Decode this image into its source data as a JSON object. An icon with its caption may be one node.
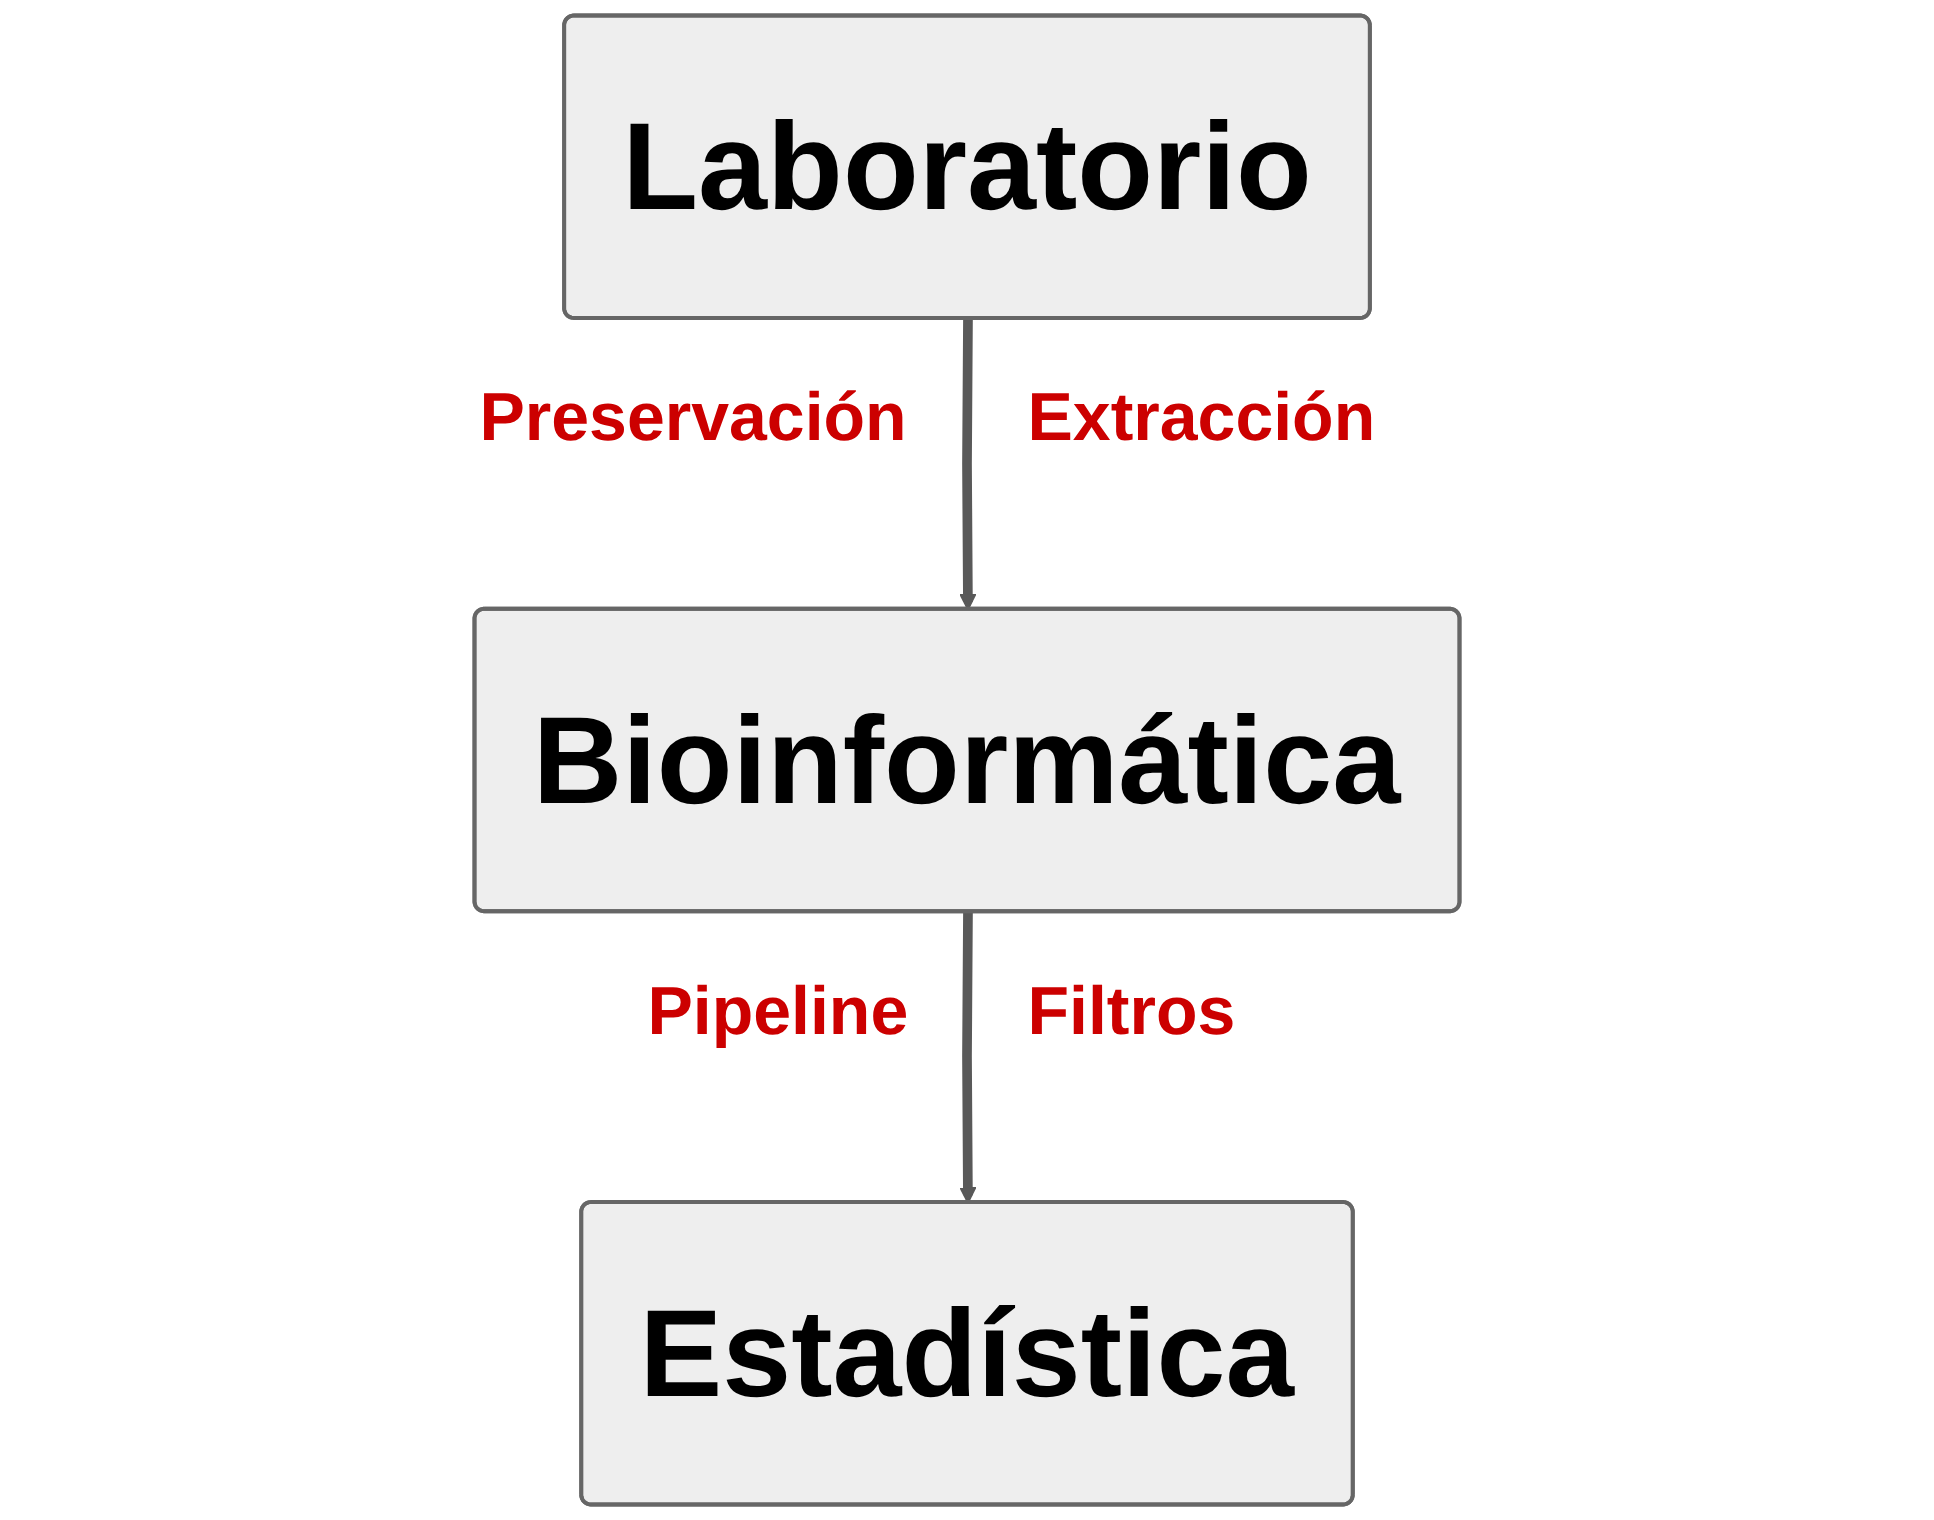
{
  "diagram": {
    "nodes": [
      {
        "text": [
          "Laboratorio"
        ]
      },
      {
        "text": [
          "Bioinformática"
        ]
      },
      {
        "text": [
          "Estadística"
        ]
      }
    ],
    "edges": [
      {
        "from": 0,
        "to": 1,
        "arrow": "to"
      },
      {
        "from": 1,
        "to": 2,
        "arrow": "to"
      }
    ],
    "labels": [
      "Preservación",
      "Extracción",
      "Pipeline",
      "Filtros"
    ]
  }
}
